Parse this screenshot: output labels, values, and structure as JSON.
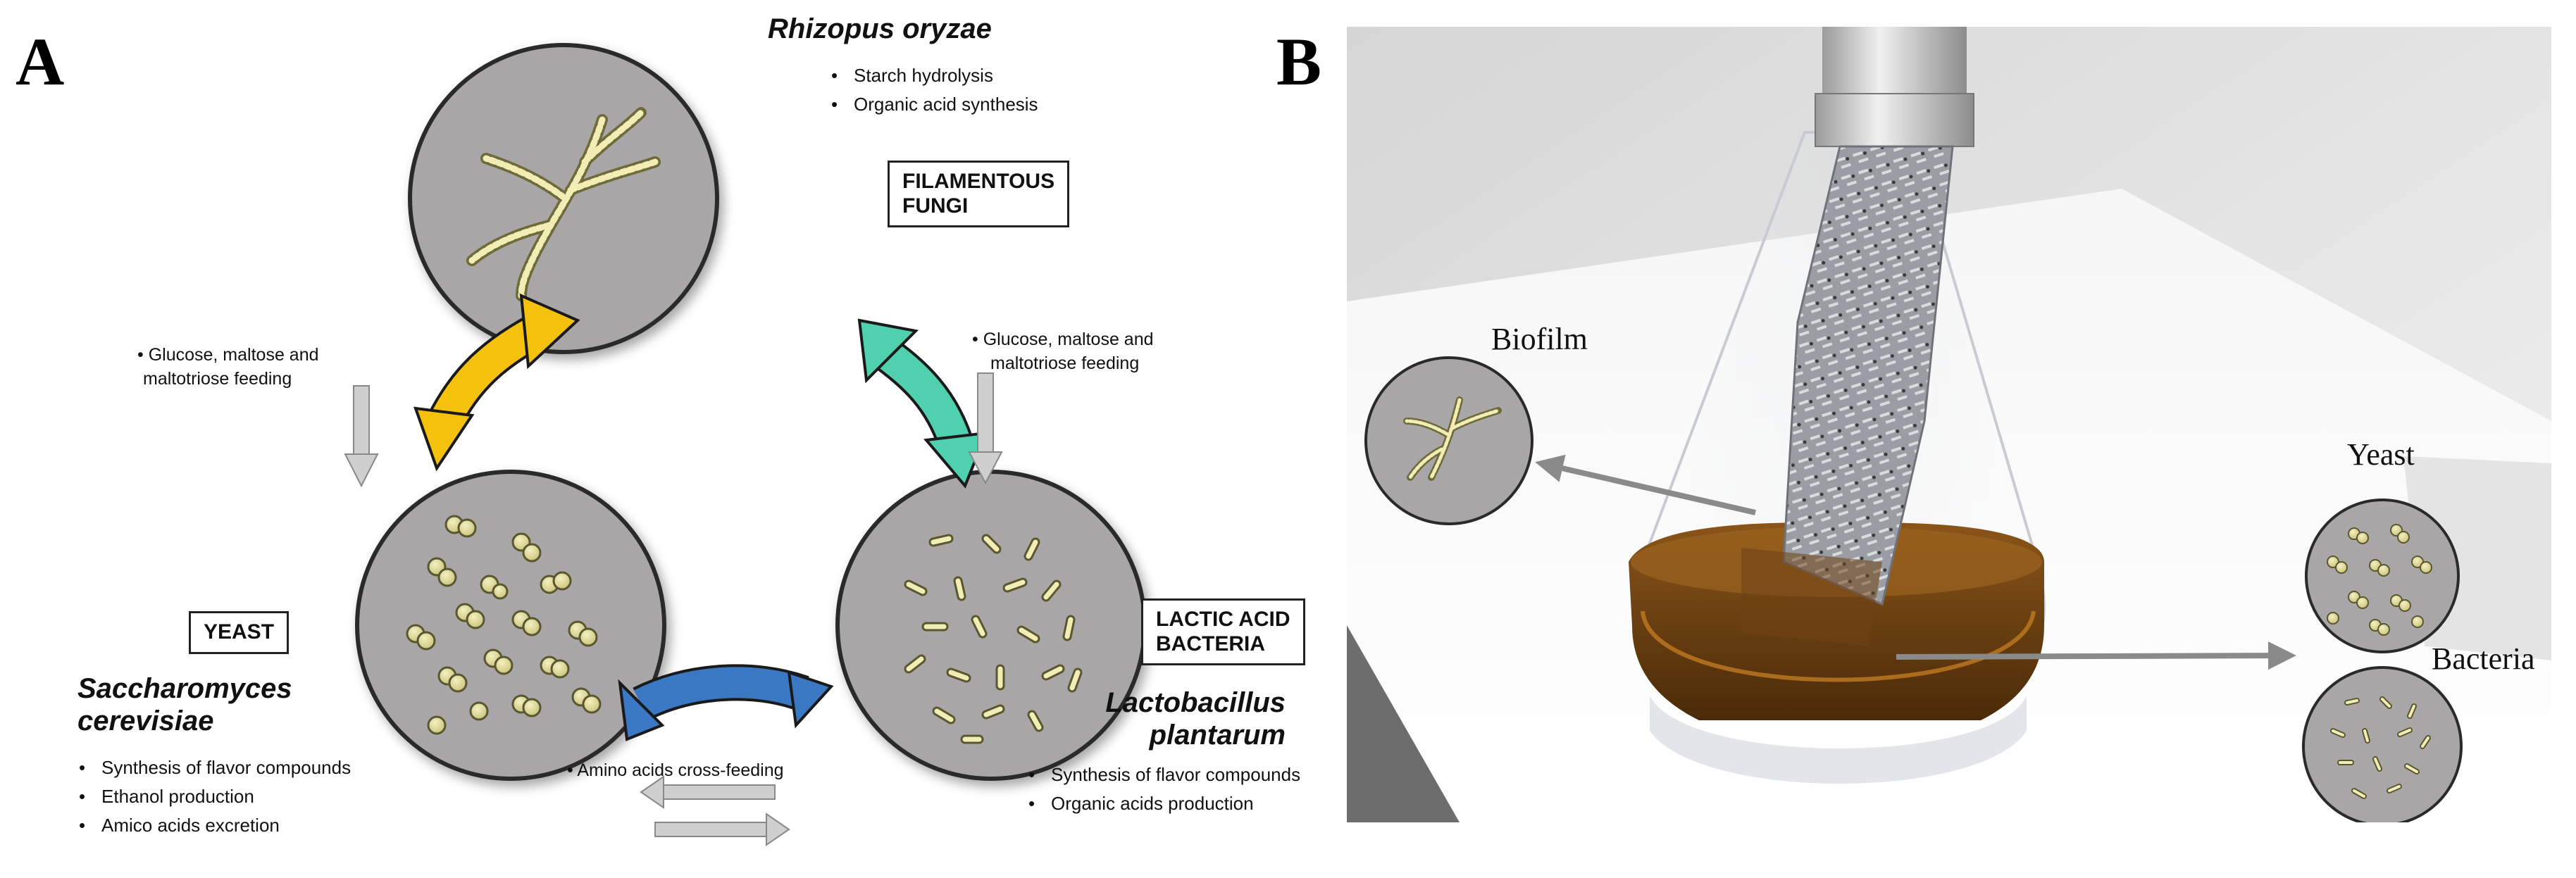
{
  "panel_a": {
    "letter": "A",
    "fungi": {
      "species": "Rhizopus oryzae",
      "label_line1": "FILAMENTOUS",
      "label_line2": "FUNGI",
      "functions": [
        "Starch hydrolysis",
        "Organic acid synthesis"
      ]
    },
    "yeast": {
      "species_line1": "Saccharomyces",
      "species_line2": "cerevisiae",
      "label": "YEAST",
      "functions": [
        "Synthesis of flavor compounds",
        "Ethanol production",
        "Amico acids excretion"
      ]
    },
    "bacteria": {
      "species_line1": "Lactobacillus",
      "species_line2": "plantarum",
      "label_line1": "LACTIC ACID",
      "label_line2": "BACTERIA",
      "functions": [
        "Synthesis of flavor compounds",
        "Organic acids production"
      ]
    },
    "feeding_left": {
      "line1": "Glucose, maltose and",
      "line2": "maltotriose feeding"
    },
    "feeding_right": {
      "line1": "Glucose, maltose and",
      "line2": "maltotriose feeding"
    },
    "cross_feeding": "Amino acids cross-feeding",
    "colors": {
      "arrow_yellow": "#f4c20d",
      "arrow_teal": "#4fd1b0",
      "arrow_blue": "#3a78c4",
      "circle_fill": "#a8a6a6",
      "gray_arrow": "#c8c8c8"
    }
  },
  "panel_b": {
    "letter": "B",
    "biofilm_label": "Biofilm",
    "yeast_label": "Yeast",
    "bacteria_label": "Bacteria",
    "colors": {
      "liquid": "#6b3f12",
      "scaffold": "#8a8d93"
    }
  }
}
